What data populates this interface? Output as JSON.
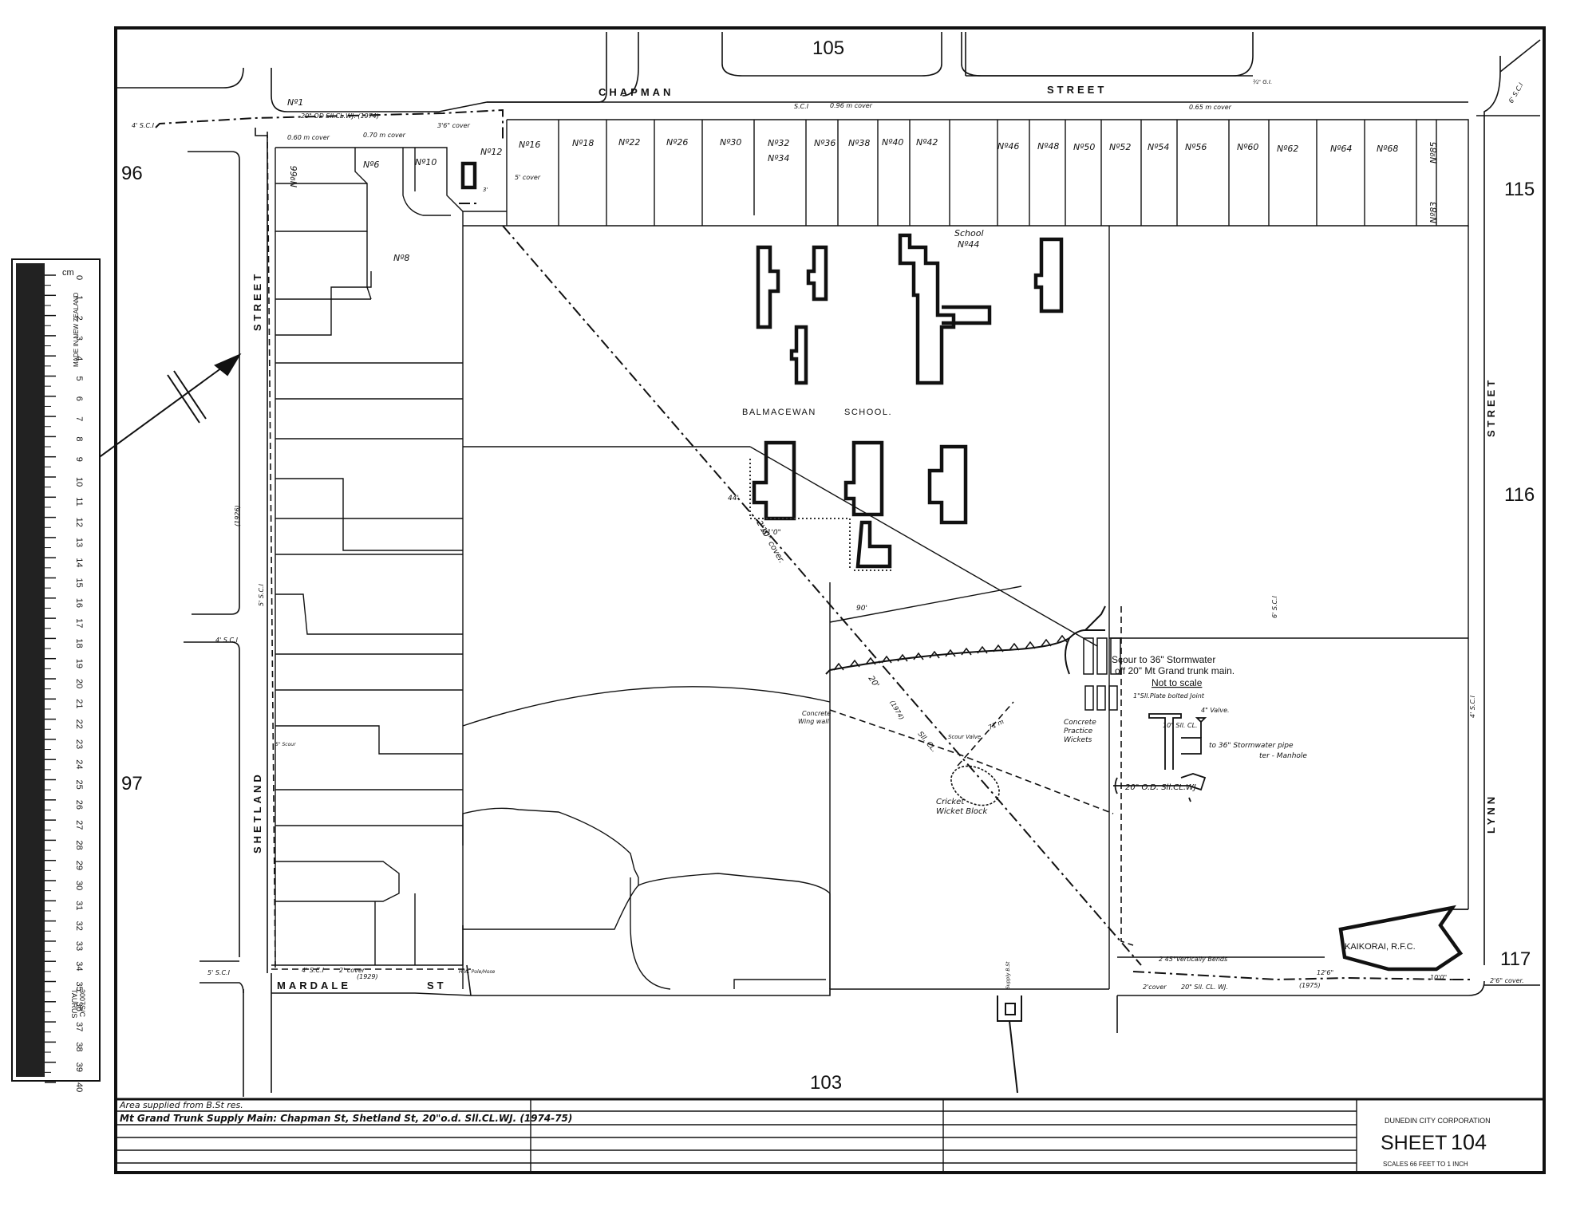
{
  "sheet_refs": {
    "top": "105",
    "left_upper": "96",
    "left_lower": "97",
    "right_1": "115",
    "right_2": "116",
    "right_3": "117",
    "bottom": "103"
  },
  "streets": {
    "chapman_1": "CHAPMAN",
    "chapman_2": "STREET",
    "shetland_1": "STREET",
    "shetland_2": "SHETLAND",
    "lynn_1": "STREET",
    "lynn_2": "LYNN",
    "mardale_1": "MARDALE",
    "mardale_2": "ST"
  },
  "lot_labels": [
    "Nº1",
    "Nº6",
    "Nº10",
    "Nº12",
    "Nº16",
    "Nº18",
    "Nº22",
    "Nº26",
    "Nº30",
    "Nº32",
    "Nº36",
    "Nº38",
    "Nº40",
    "Nº42",
    "Nº46",
    "Nº48",
    "Nº50",
    "Nº52",
    "Nº54",
    "Nº56",
    "Nº60",
    "Nº62",
    "Nº64",
    "Nº68",
    "Nº85",
    "Nº66",
    "Nº8",
    "Nº83",
    "Nº34"
  ],
  "places": {
    "school": "BALMACEWAN",
    "school_2": "SCHOOL.",
    "school_no": "School",
    "school_no_2": "Nº44",
    "rfc": "KAIKORAI, R.F.C."
  },
  "notes": {
    "scour_1": "Scour to 36\" Stormwater",
    "scour_2": "off 20\" Mt Grand trunk main.",
    "scour_3": "Not to scale",
    "practice_1": "Concrete",
    "practice_2": "Practice",
    "practice_3": "Wickets",
    "cricket_1": "Cricket",
    "cricket_2": "Wicket Block",
    "wingwall_1": "Concrete",
    "wingwall_2": "Wing wall",
    "scour_valve": "Scour Valve",
    "pipe_20oa": "20\" O.D. Sll.CL.WJ",
    "stormwater_pipe": "to 36\" Stormwater pipe",
    "manhole": "ter - Manhole",
    "flange": "1\"Sll.Plate bolted Joint",
    "valve": "4\" Valve.",
    "sl_cl": "10\" Sll. CL.",
    "vert_bends": "2 45°Vertically Bends",
    "cover_20_sl": "20\" Sll. CL. WJ.",
    "cover_main_top": "20\" OD Sll.CL.WJ. (1974)",
    "sc1_top": "S.C.I",
    "cover_096": "0.96 m cover",
    "cover_065": "0.65 m cover",
    "cover_060": "0.60 m cover",
    "cover_070": "0.70 m cover",
    "cover_36": "3'6\" cover",
    "cover_5": "5' cover",
    "cover_2": "2' cover",
    "cover_2b": "2'cover",
    "cover_26": "2'6\" cover.",
    "cover_210": "2'10\" cover.",
    "four_sci": "4' S.C.I",
    "four_sci_b": "4' S.C.I",
    "four_sci_c": "4' S.C.I",
    "four_sci_d": "4' S.C.I",
    "five_sci": "5' S.C.I",
    "five_sci_b": "5' S.C.I",
    "six_sci": "6' S.C.I",
    "six_sci_b": "6' S.C.I",
    "year_1926": "(1926)",
    "year_1929": "(1929)",
    "year_1975": "(1975)",
    "year_1974": "(1974)",
    "dim_44": "44'",
    "dim_610": "61'0\"",
    "dim_90": "90'",
    "dim_20": "20'",
    "dim_71m": "71 m",
    "dim_126": "12'6\"",
    "dim_100": "10'0\"",
    "dim_3": "3'",
    "sl_cl_short": "Sll. CL.",
    "hw_pole": "H.W. Pole/Hose",
    "scour_small": "5\" Scour",
    "supply_bstr": "Supply B.St",
    "gl": "¾\" G.I."
  },
  "ruler": {
    "units": "cm",
    "made_in": "MADE IN NEW ZEALAND",
    "brand": "TAURUS",
    "model": "3007S/C"
  },
  "title_block": {
    "row1": "Area supplied from B.St res.",
    "row2": "Mt Grand Trunk Supply Main: Chapman St, Shetland St, 20\"o.d. Sll.CL.WJ. (1974-75)",
    "corp": "DUNEDIN CITY CORPORATION",
    "sheet_word": "SHEET",
    "sheet_no": "104",
    "scale": "SCALES    66 FEET TO 1 INCH"
  }
}
